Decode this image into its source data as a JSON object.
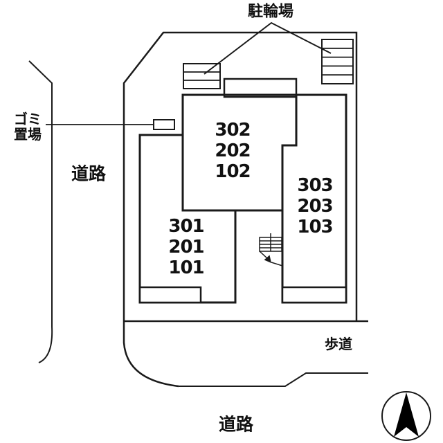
{
  "labels": {
    "bicycle_parking": "駐輪場",
    "garbage_line1": "ゴミ",
    "garbage_line2": "置場",
    "road_left": "道路",
    "road_bottom": "道路",
    "sidewalk": "歩道"
  },
  "buildings": {
    "left_block": {
      "units": [
        "301",
        "201",
        "101"
      ]
    },
    "center_block": {
      "units": [
        "302",
        "202",
        "102"
      ]
    },
    "right_block": {
      "units": [
        "303",
        "203",
        "103"
      ]
    }
  },
  "bicycle_racks": {
    "count": 2,
    "left_rows": 3,
    "right_rows": 5
  },
  "compass": {
    "points_to": "N"
  },
  "colors": {
    "building_fill": "#F8EFA2",
    "line": "#1A1A1A",
    "text": "#111111",
    "compass_fill": "#000000",
    "background": "#FFFFFF"
  }
}
